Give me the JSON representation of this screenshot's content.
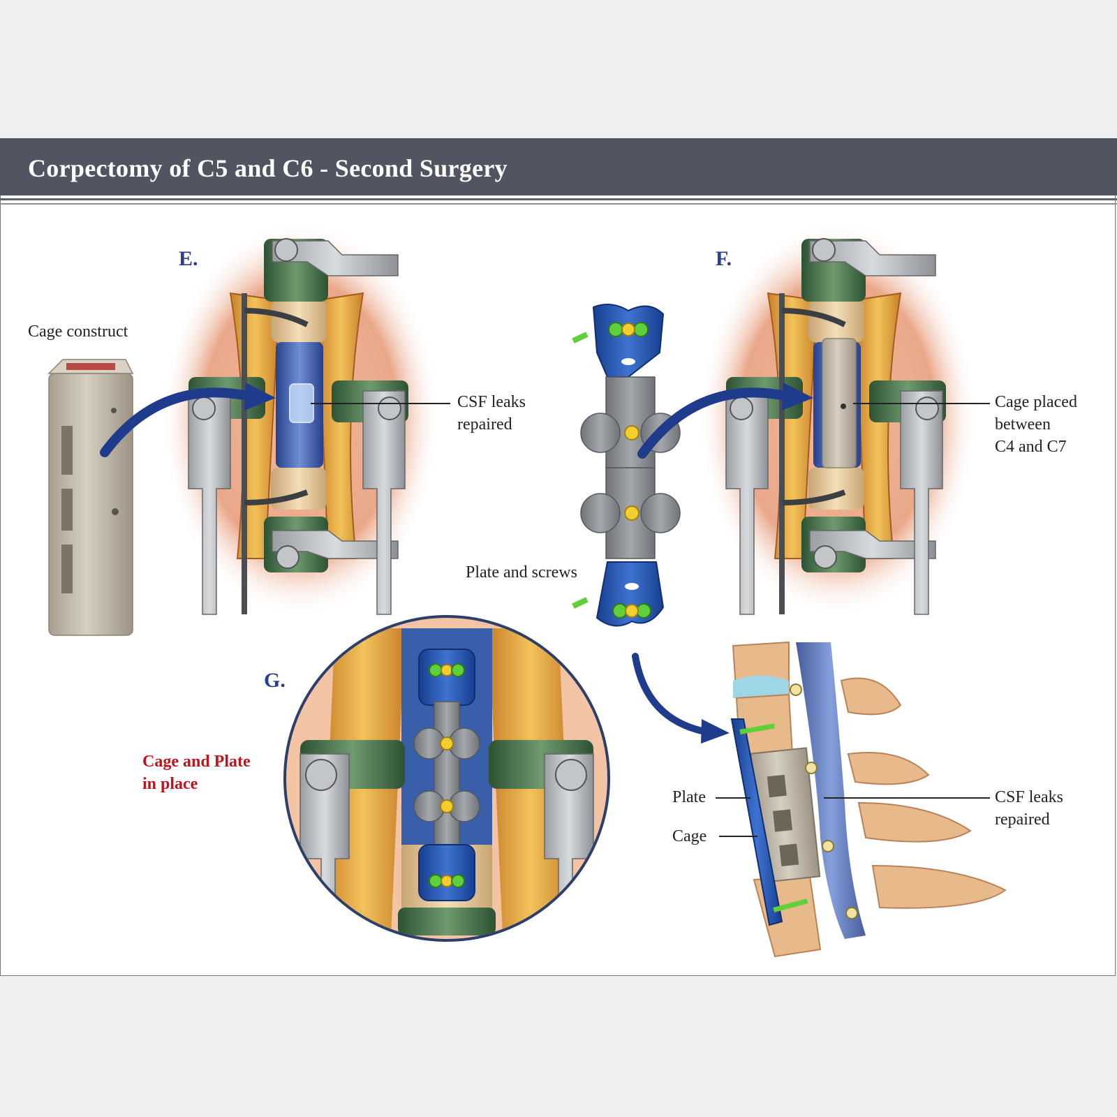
{
  "header": {
    "title": "Corpectomy of C5 and C6 - Second Surgery"
  },
  "figures": {
    "e": {
      "letter": "E."
    },
    "f": {
      "letter": "F."
    },
    "g": {
      "letter": "G."
    }
  },
  "labels": {
    "cage_construct": "Cage construct",
    "csf_leaks_e_line1": "CSF leaks",
    "csf_leaks_e_line2": "repaired",
    "cage_placed_line1": "Cage placed",
    "cage_placed_line2": "between",
    "cage_placed_line3": "C4 and C7",
    "plate_and_screws": "Plate and screws",
    "cage_and_plate_line1": "Cage and Plate",
    "cage_and_plate_line2": "in place",
    "plate": "Plate",
    "cage": "Cage",
    "csf_leaks_side_line1": "CSF leaks",
    "csf_leaks_side_line2": "repaired"
  },
  "colors": {
    "header_bg": "#505561",
    "figure_letter": "#2b3e8c",
    "highlight_text": "#c0141c",
    "arrow": "#1f3b8c",
    "retractor_green": "#3f6b45",
    "plate_blue": "#1f4fa8",
    "cage_beige": "#c9bfae"
  }
}
